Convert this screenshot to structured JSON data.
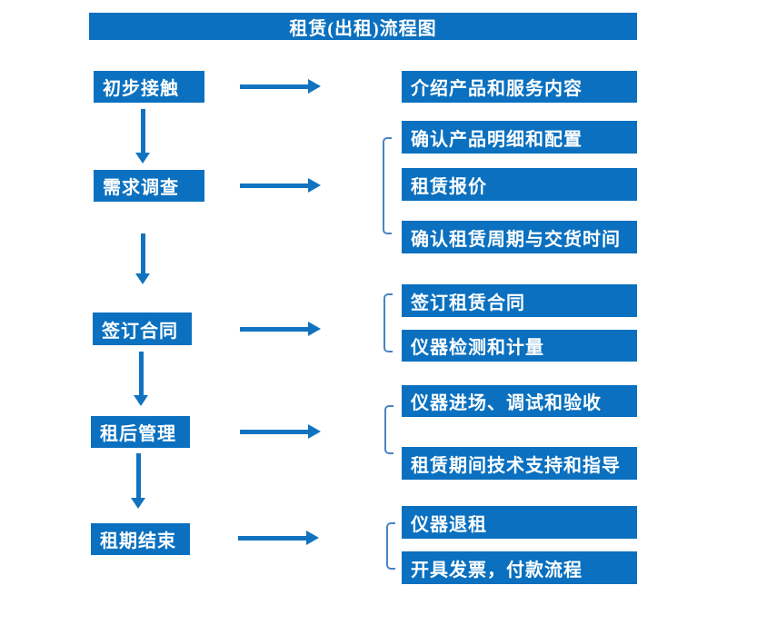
{
  "title": "租赁(出租)流程图",
  "colors": {
    "box_blue": "#0a70bf",
    "arrow_blue": "#1173c0",
    "bracket_blue": "#4a82c4",
    "text_white": "#ffffff",
    "background": "#ffffff"
  },
  "steps": [
    {
      "label": "初步接触",
      "outputs": [
        "介绍产品和服务内容"
      ]
    },
    {
      "label": "需求调查",
      "outputs": [
        "确认产品明细和配置",
        "租赁报价",
        "确认租赁周期与交货时间"
      ]
    },
    {
      "label": "签订合同",
      "outputs": [
        "签订租赁合同",
        "仪器检测和计量"
      ]
    },
    {
      "label": "租后管理",
      "outputs": [
        "仪器进场、调试和验收",
        "租赁期间技术支持和指导"
      ]
    },
    {
      "label": "租期结束",
      "outputs": [
        "仪器退租",
        "开具发票，付款流程"
      ]
    }
  ]
}
